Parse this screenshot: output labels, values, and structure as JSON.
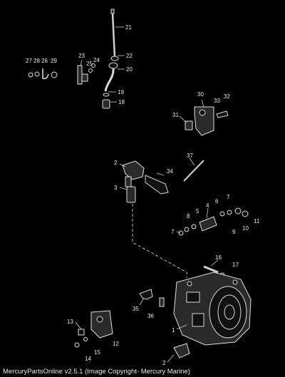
{
  "footer": {
    "text": "MercuryPartsOnline v2.5.1 (Image Copyright- Mercury Marine)"
  },
  "callouts": {
    "c1": "1",
    "c2a": "2",
    "c2b": "2",
    "c3": "3",
    "c4": "4",
    "c5": "5",
    "c6": "6",
    "c7a": "7",
    "c7b": "7",
    "c8": "8",
    "c9": "9",
    "c10": "10",
    "c11": "11",
    "c12": "12",
    "c13": "13",
    "c14": "14",
    "c15": "15",
    "c16": "16",
    "c17": "17",
    "c18": "18",
    "c19": "19",
    "c20": "20",
    "c21": "21",
    "c22": "22",
    "c23": "23",
    "c24": "24",
    "c25": "25",
    "c26": "26",
    "c27": "27",
    "c28": "28",
    "c29": "29",
    "c30": "30",
    "c31": "31",
    "c32": "32",
    "c33": "33",
    "c34": "34",
    "c35": "35",
    "c36": "36",
    "c37": "37"
  }
}
